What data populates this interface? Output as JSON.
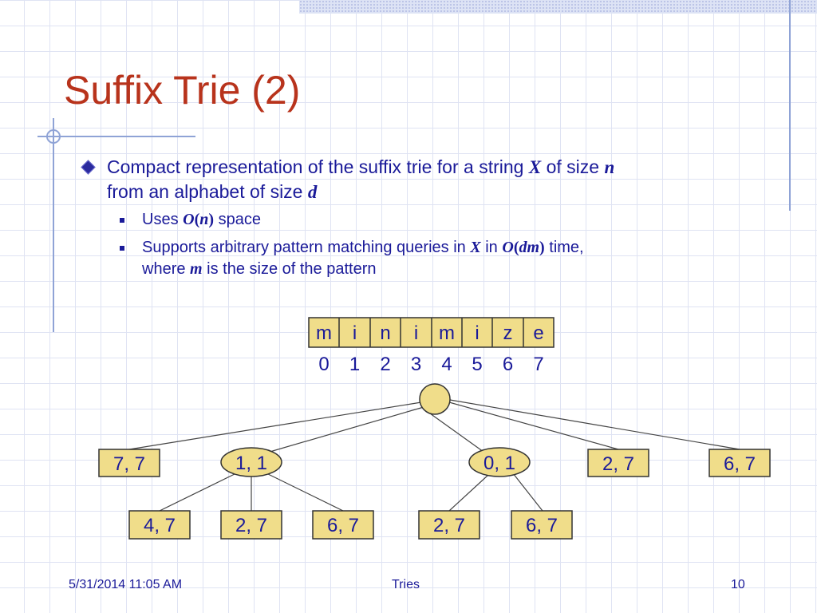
{
  "title": "Suffix Trie (2)",
  "bullet1": {
    "text_a": "Compact representation of the suffix trie for a string ",
    "var_x": "X",
    "text_b": " of size ",
    "var_n": "n",
    "text_c": "from an alphabet of size ",
    "var_d": "d"
  },
  "sub1": {
    "text_a": "Uses ",
    "math_o": "O",
    "paren_open": "(",
    "var_n": "n",
    "paren_close": ")",
    "text_b": " space"
  },
  "sub2": {
    "text_a": "Supports arbitrary pattern matching queries in ",
    "var_x": "X",
    "text_b": " in ",
    "math_o": "O",
    "paren_open": "(",
    "var_dm": "dm",
    "paren_close": ")",
    "text_c": " time,",
    "text_d": "where ",
    "var_m": "m",
    "text_e": " is the size of the pattern"
  },
  "string_chars": [
    "m",
    "i",
    "n",
    "i",
    "m",
    "i",
    "z",
    "e"
  ],
  "string_indices": [
    "0",
    "1",
    "2",
    "3",
    "4",
    "5",
    "6",
    "7"
  ],
  "tree": {
    "level1": [
      "7, 7",
      "1, 1",
      "0, 1",
      "2, 7",
      "6, 7"
    ],
    "level2_left": [
      "4, 7",
      "2, 7",
      "6, 7"
    ],
    "level2_right": [
      "2, 7",
      "6, 7"
    ]
  },
  "colors": {
    "title": "#b8331c",
    "text": "#1a1a99",
    "node_fill": "#f0dd8a",
    "node_stroke": "#333333",
    "grid": "#dfe3f3",
    "frame": "#8fa3d6"
  },
  "footer": {
    "date": "5/31/2014 11:05 AM",
    "topic": "Tries",
    "page": "10"
  }
}
